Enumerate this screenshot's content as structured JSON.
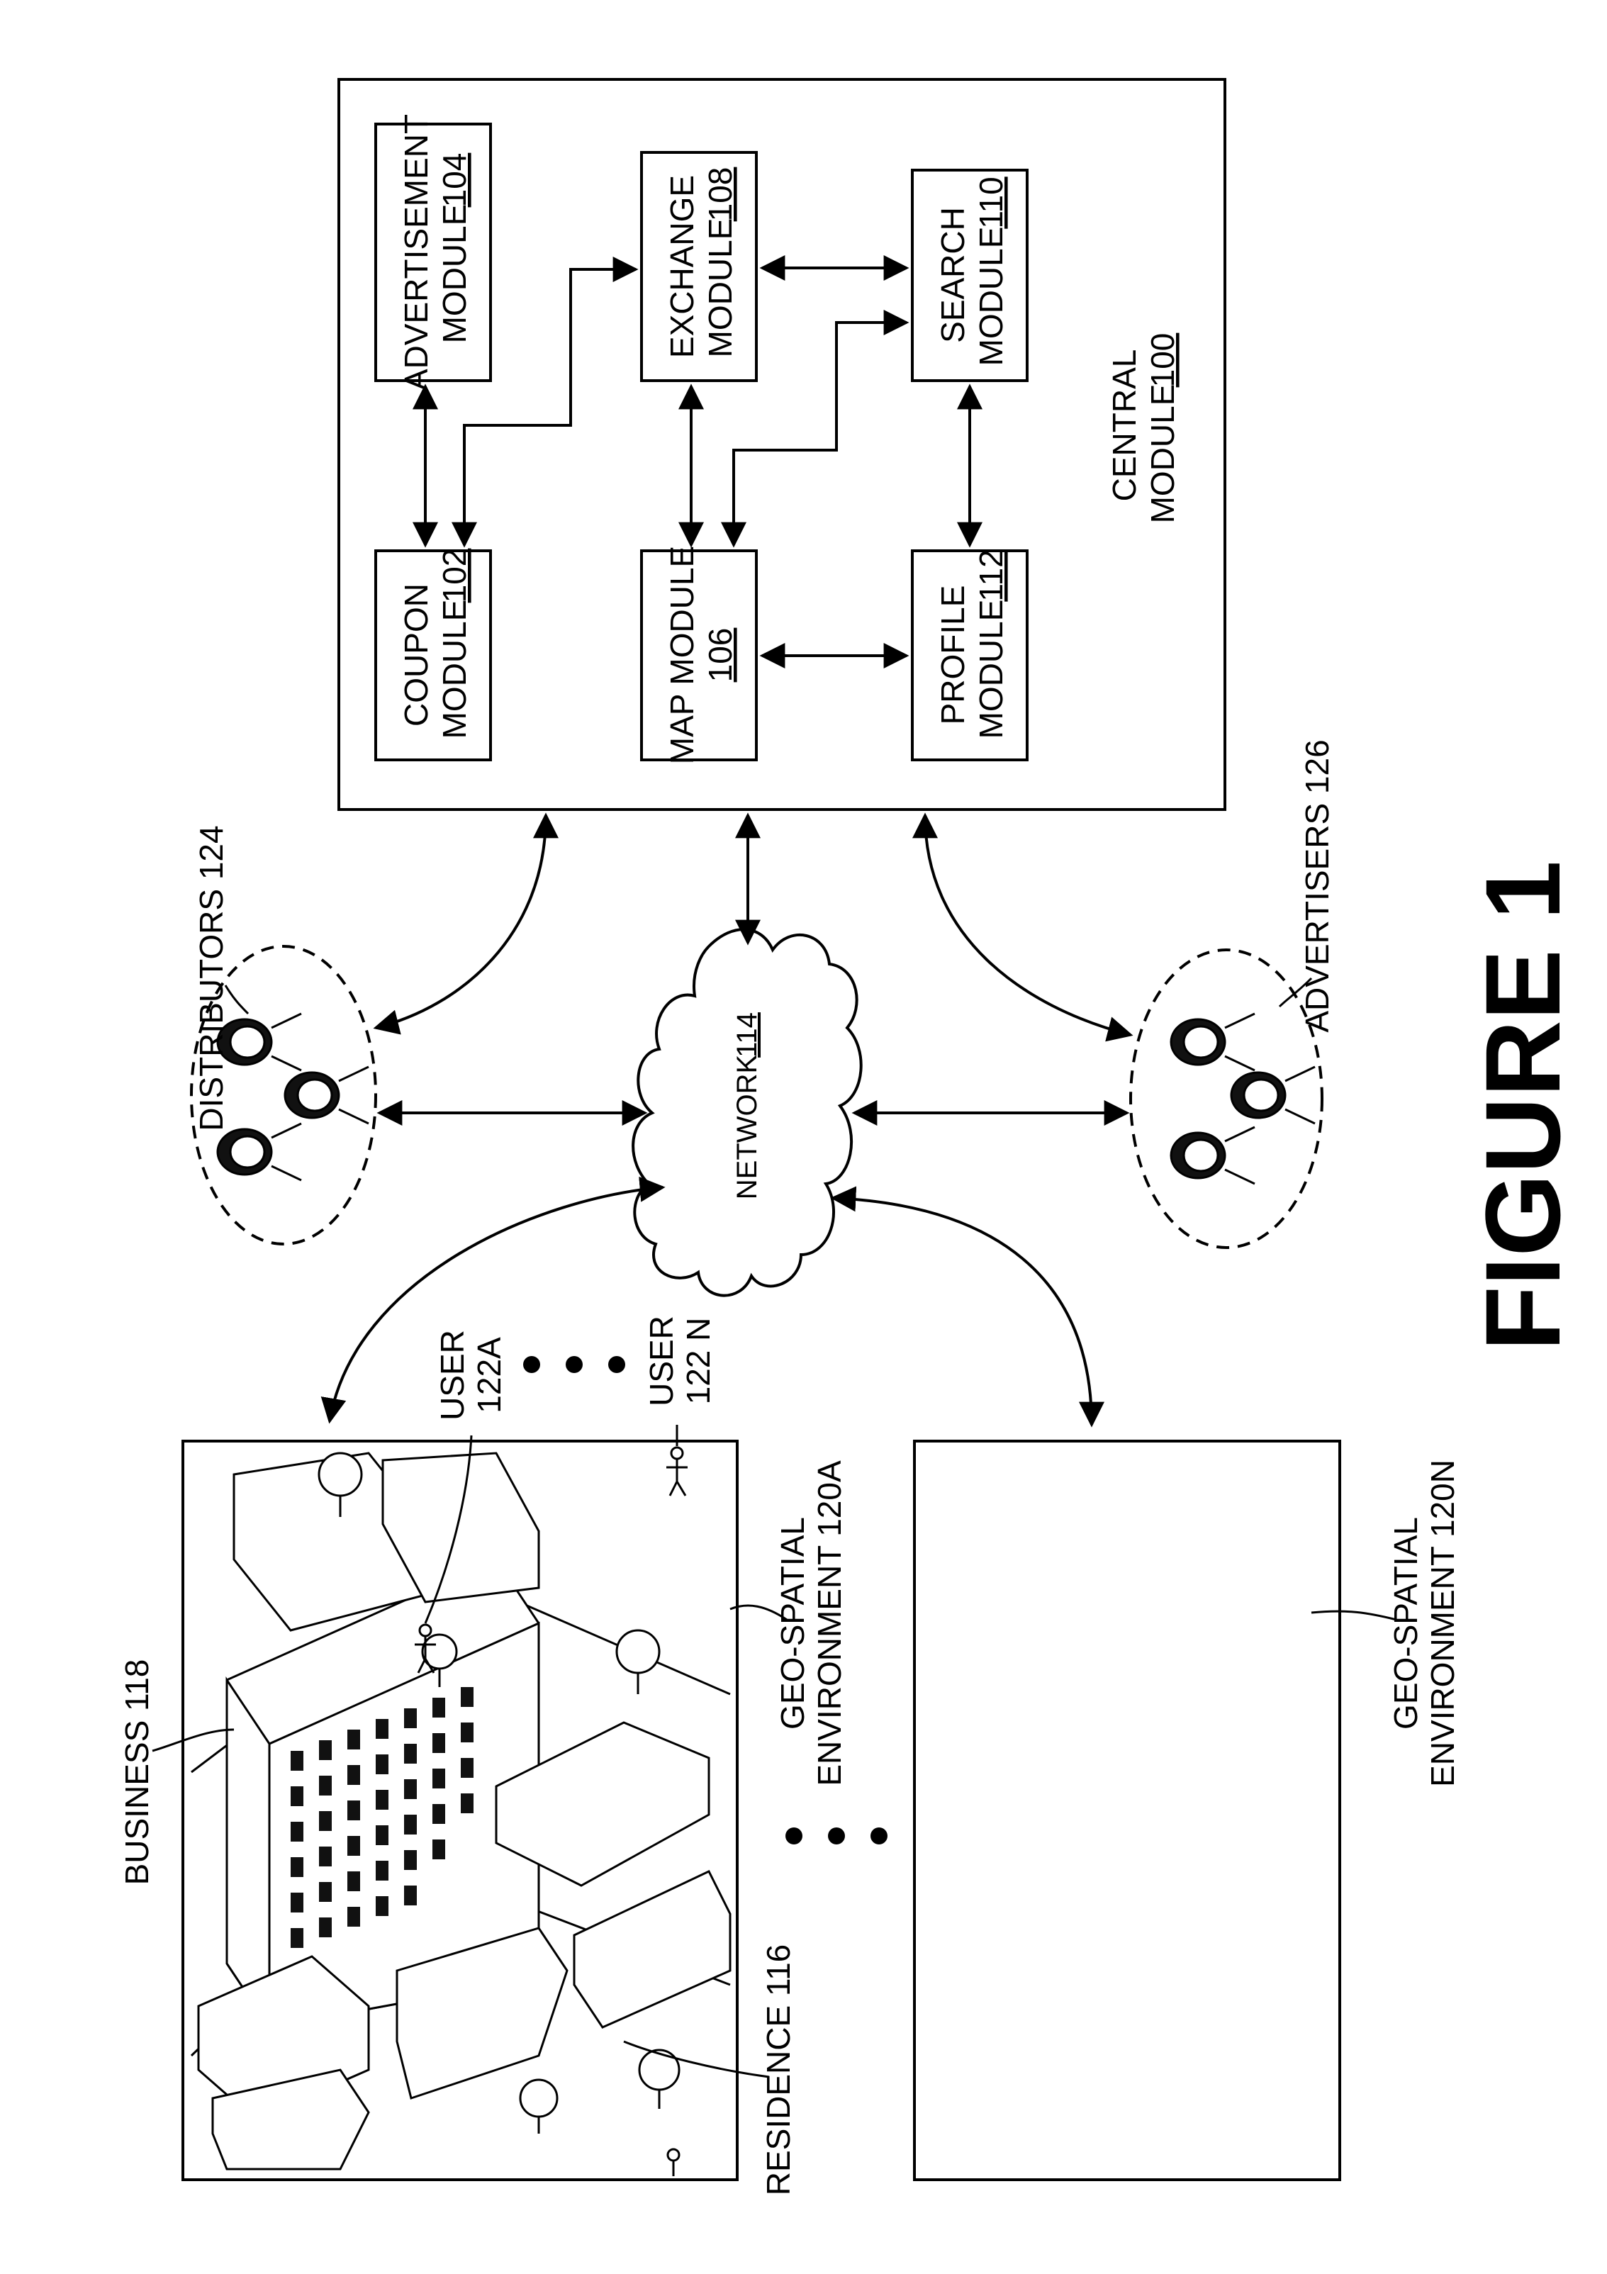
{
  "central": {
    "label_line1": "CENTRAL",
    "label_line2": "MODULE",
    "ref": "100"
  },
  "modules": {
    "coupon": {
      "line1": "COUPON",
      "line2": "MODULE",
      "ref": "102"
    },
    "advertisement": {
      "line1": "ADVERTISEMENT",
      "line2": "MODULE",
      "ref": "104"
    },
    "map": {
      "line1": "MAP MODULE",
      "ref": "106"
    },
    "exchange": {
      "line1": "EXCHANGE",
      "line2": "MODULE",
      "ref": "108"
    },
    "search": {
      "line1": "SEARCH",
      "line2": "MODULE",
      "ref": "110"
    },
    "profile": {
      "line1": "PROFILE",
      "line2": "MODULE",
      "ref": "112"
    }
  },
  "network": {
    "label": "NETWORK",
    "ref": "114"
  },
  "distributors": {
    "label": "DISTRIBUTORS 124"
  },
  "advertisers": {
    "label": "ADVERTISERS 126"
  },
  "business": {
    "label": "BUSINESS 118"
  },
  "residence": {
    "label": "RESIDENCE 116"
  },
  "user_a": {
    "line1": "USER",
    "line2": "122A"
  },
  "user_n": {
    "line1": "USER",
    "line2": "122 N"
  },
  "env_a": {
    "line1": "GEO-SPATIAL",
    "line2": "ENVIRONMENT 120A"
  },
  "env_n": {
    "line1": "GEO-SPATIAL",
    "line2": "ENVIRONMENT 120N"
  },
  "figure": {
    "title": "FIGURE 1"
  }
}
